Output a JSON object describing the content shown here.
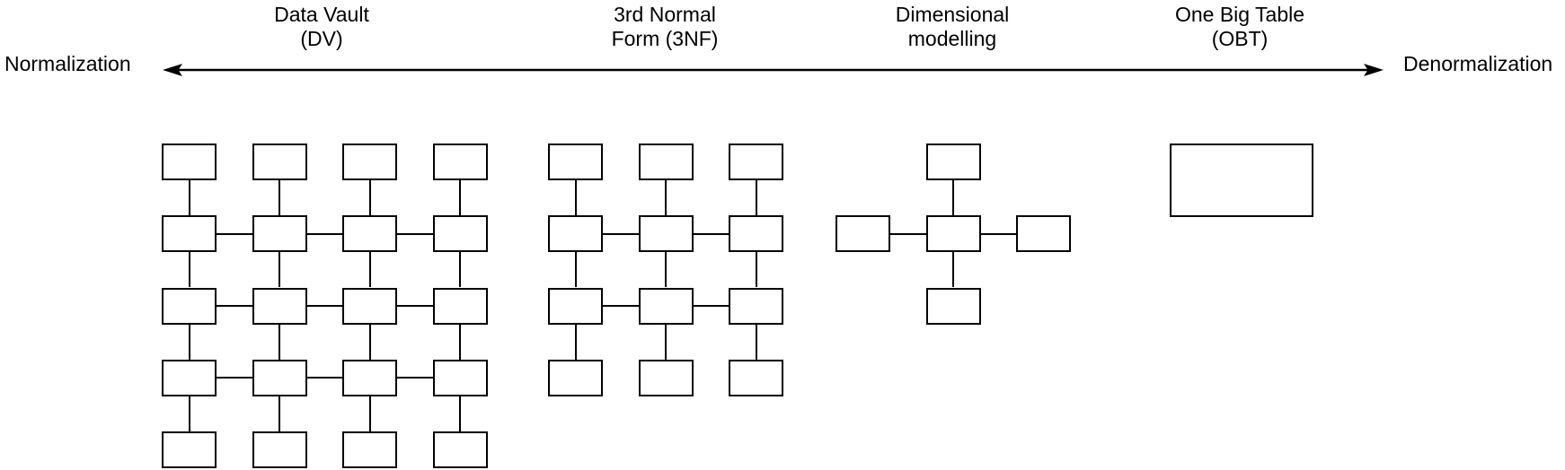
{
  "spectrum_axis": {
    "left_label": "Normalization",
    "right_label": "Denormalization"
  },
  "approaches": [
    {
      "id": "data-vault",
      "label_lines": [
        "Data Vault",
        "(DV)"
      ],
      "structure": "mesh-grid",
      "grid_cols": 4,
      "grid_rows": 5,
      "table_count": 20
    },
    {
      "id": "third-normal-form",
      "label_lines": [
        "3rd Normal",
        "Form (3NF)"
      ],
      "structure": "mesh-grid",
      "grid_cols": 3,
      "grid_rows": 4,
      "table_count": 12
    },
    {
      "id": "dimensional-modelling",
      "label_lines": [
        "Dimensional",
        "modelling"
      ],
      "structure": "star",
      "table_count": 5
    },
    {
      "id": "one-big-table",
      "label_lines": [
        "One Big Table",
        "(OBT)"
      ],
      "structure": "single-table",
      "table_count": 1
    }
  ],
  "colors": {
    "line": "#000000",
    "box_fill": "#ffffff",
    "background": "#ffffff"
  }
}
